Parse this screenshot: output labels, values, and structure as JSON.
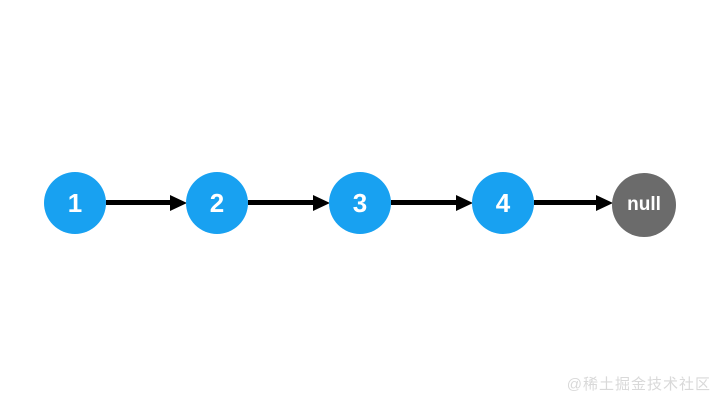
{
  "diagram": {
    "type": "linked-list",
    "description": "Singly linked list 1 -> 2 -> 3 -> 4 -> null",
    "nodes": [
      {
        "label": "1",
        "kind": "value"
      },
      {
        "label": "2",
        "kind": "value"
      },
      {
        "label": "3",
        "kind": "value"
      },
      {
        "label": "4",
        "kind": "value"
      },
      {
        "label": "null",
        "kind": "terminator"
      }
    ],
    "edges": [
      {
        "from": "1",
        "to": "2"
      },
      {
        "from": "2",
        "to": "3"
      },
      {
        "from": "3",
        "to": "4"
      },
      {
        "from": "4",
        "to": "null"
      }
    ]
  },
  "watermark": {
    "text": "@稀土掘金技术社区"
  },
  "colors": {
    "node-fill": "#18a1f1",
    "null-fill": "#6b6b6b",
    "node-text": "#ffffff",
    "arrow-color": "#000000",
    "watermark-color": "#d9d9d9"
  }
}
